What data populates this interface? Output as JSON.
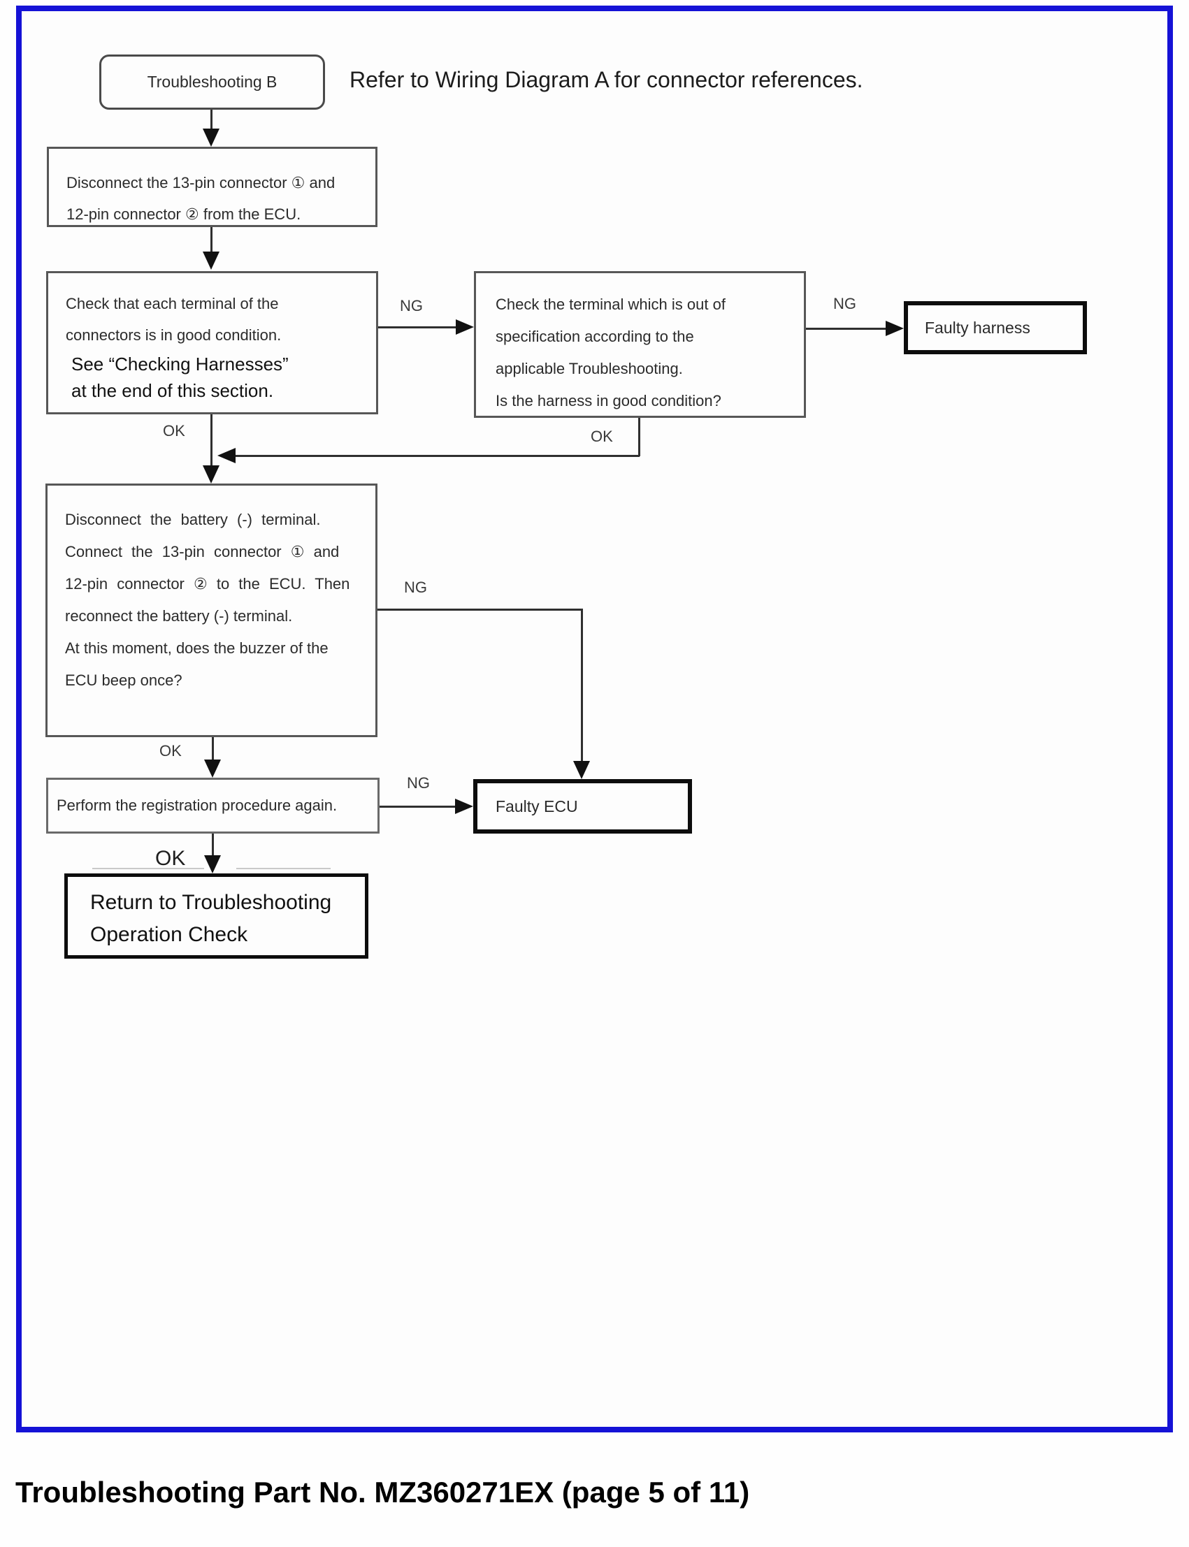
{
  "page": {
    "caption": "Troubleshooting Part No. MZ360271EX (page 5 of 11)",
    "frame_color": "#1512d6"
  },
  "flowchart": {
    "start": {
      "label": "Troubleshooting B"
    },
    "note": "Refer to Wiring Diagram A for connector references.",
    "labels": {
      "ok": "OK",
      "ng": "NG"
    },
    "box_disconnect": {
      "lines": [
        "Disconnect the 13-pin connector ① and",
        "12-pin connector ② from the ECU."
      ]
    },
    "box_check_terminals": {
      "lines": [
        "Check that each terminal of the",
        "connectors is in good condition."
      ],
      "emphasis_lines": [
        "See “Checking Harnesses”",
        "at the end of this section."
      ]
    },
    "box_check_spec": {
      "lines": [
        "Check the terminal which is out of",
        "specification according to the",
        "applicable Troubleshooting.",
        "Is the harness in good condition?"
      ]
    },
    "box_faulty_harness": {
      "label": "Faulty harness"
    },
    "box_battery": {
      "lines": [
        "Disconnect the battery (-) terminal.",
        "Connect the 13-pin connector ① and",
        "12-pin connector ② to the ECU. Then",
        "reconnect the battery (-) terminal.",
        "At this moment, does the buzzer of the",
        "ECU beep once?"
      ]
    },
    "box_registration": {
      "label": "Perform the registration procedure again."
    },
    "box_faulty_ecu": {
      "label": "Faulty ECU"
    },
    "box_return": {
      "lines": [
        "Return to Troubleshooting",
        "Operation Check"
      ]
    }
  }
}
